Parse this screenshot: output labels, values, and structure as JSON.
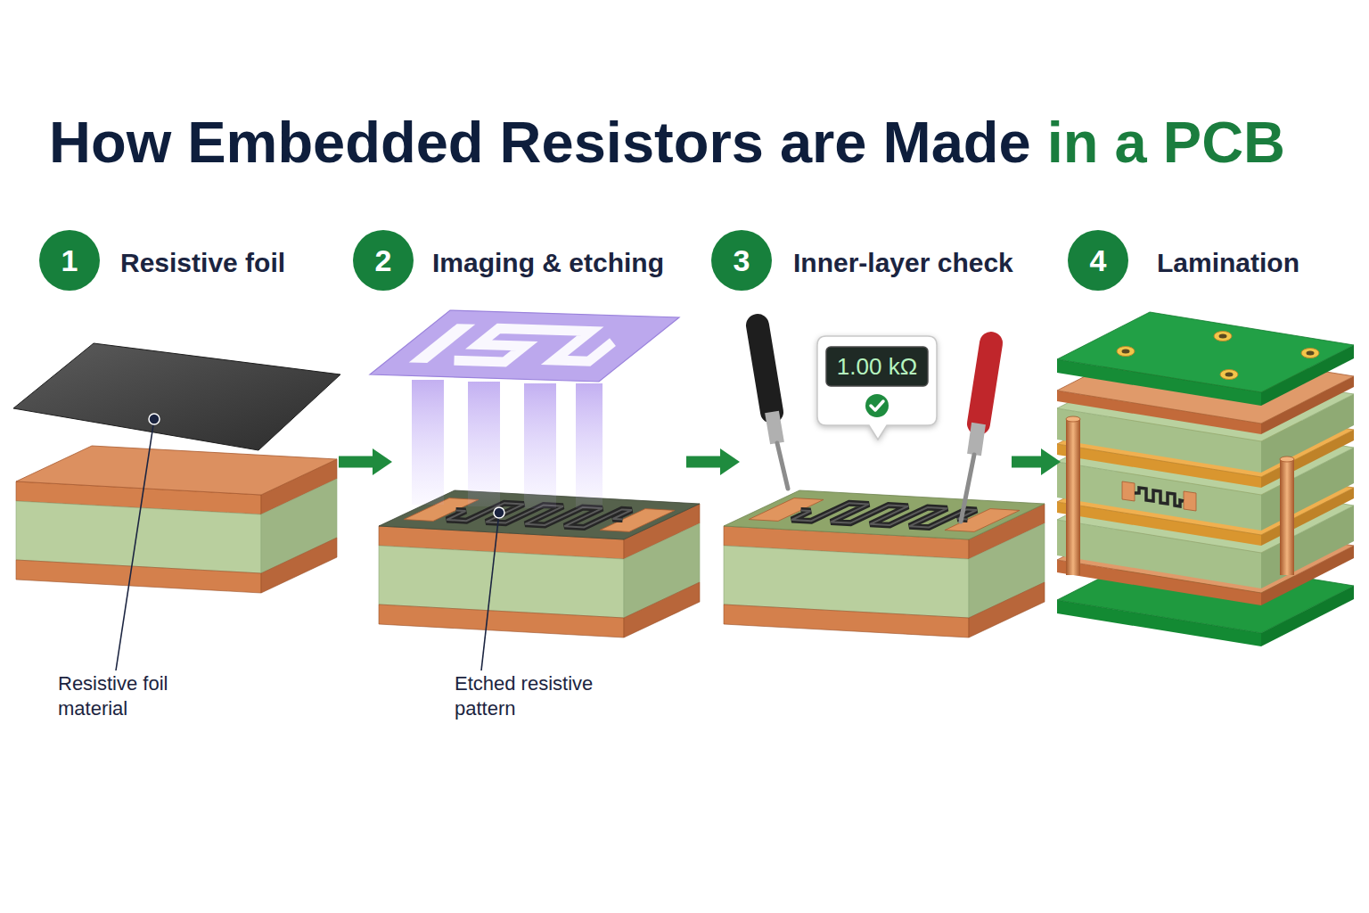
{
  "diagram": {
    "title": "How Embedded Resistors are Made in a PCB",
    "nodes": [
      {
        "text": [
          "Resistive foil",
          "Resistive foil material"
        ]
      },
      {
        "text": [
          "1"
        ],
        "in": 0
      },
      {
        "text": [
          "Imaging & etching",
          "Etched resistive pattern"
        ]
      },
      {
        "text": [
          "2"
        ],
        "in": 2
      },
      {
        "text": [
          "Inner-layer check"
        ]
      },
      {
        "text": [
          "3"
        ],
        "in": 4
      },
      {
        "text": [
          "1.00 kΩ"
        ],
        "in": 4
      },
      {
        "text": [
          "Lamination"
        ]
      },
      {
        "text": [
          "4"
        ],
        "in": 7
      }
    ],
    "edges": [
      {
        "from": 0,
        "to": 2,
        "arrow": "to"
      },
      {
        "from": 2,
        "to": 4,
        "arrow": "to"
      },
      {
        "from": 4,
        "to": 7,
        "arrow": "to"
      }
    ]
  }
}
